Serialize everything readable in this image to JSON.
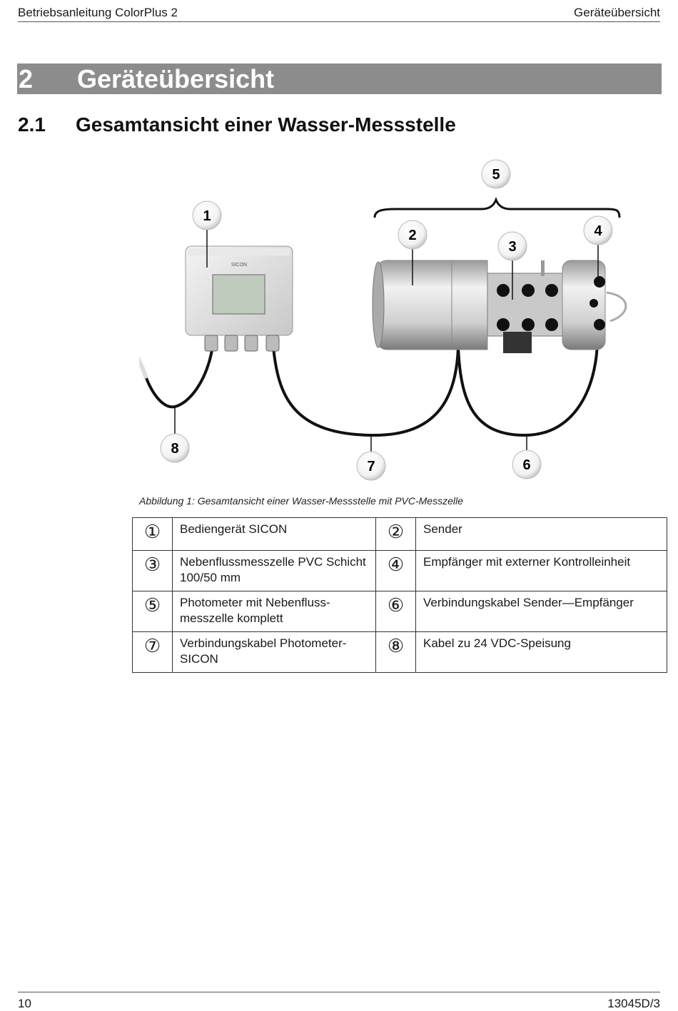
{
  "header": {
    "left": "Betriebsanleitung ColorPlus 2",
    "right": "Geräteübersicht"
  },
  "chapter": {
    "number": "2",
    "title": "Geräteübersicht"
  },
  "section": {
    "number": "2.1",
    "title": "Gesamtansicht einer Wasser-Messstelle"
  },
  "figure": {
    "device_label": "SICON",
    "callouts": [
      "1",
      "2",
      "3",
      "4",
      "5",
      "6",
      "7",
      "8"
    ],
    "caption": "Abbildung 1: Gesamtansicht einer Wasser-Messstelle mit PVC-Messzelle"
  },
  "legend": [
    {
      "num": "①",
      "text": "Bediengerät SICON",
      "num2": "②",
      "text2": "Sender"
    },
    {
      "num": "③",
      "text": "Nebenflussmesszelle PVC Schicht 100/50 mm",
      "num2": "④",
      "text2": "Empfänger mit externer Kontrolleinheit"
    },
    {
      "num": "⑤",
      "text": "Photometer mit Nebenfluss-messzelle komplett",
      "num2": "⑥",
      "text2": "Verbindungskabel Sender—Empfänger"
    },
    {
      "num": "⑦",
      "text": "Verbindungskabel Photometer-SICON",
      "num2": "⑧",
      "text2": "Kabel zu 24 VDC-Speisung"
    }
  ],
  "footer": {
    "left": "10",
    "right": "13045D/3"
  }
}
